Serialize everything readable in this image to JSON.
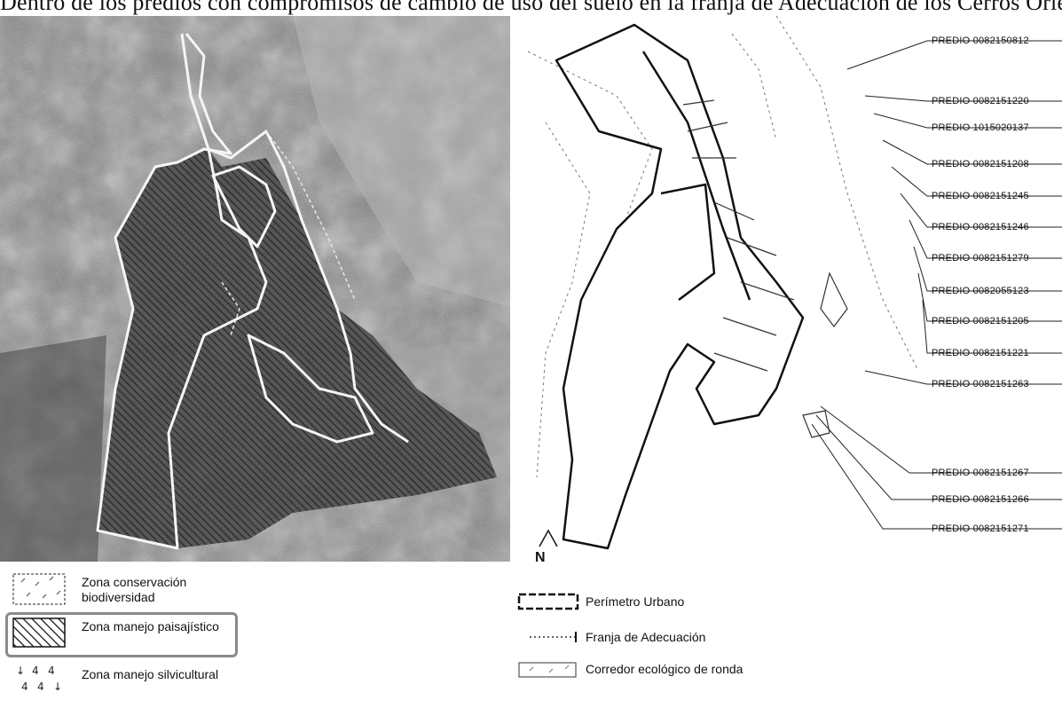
{
  "caption": "Dentro de los predios con compromisos de cambio de uso del suelo en la franja de Adecuación de los Cerros Orientales",
  "map": {
    "north_label": "N",
    "predios": [
      "PREDIO 0082150812",
      "PREDIO 0082151220",
      "PREDIO 1015020137",
      "PREDIO 0082151208",
      "PREDIO 0082151245",
      "PREDIO 0082151246",
      "PREDIO 0082151279",
      "PREDIO 0082055123",
      "PREDIO 0082151205",
      "PREDIO 0082151221",
      "PREDIO 0082151263",
      "PREDIO 0082151267",
      "PREDIO 0082151266",
      "PREDIO 0082151271"
    ]
  },
  "legend_left": [
    {
      "text": "Zona conservación biodiversidad",
      "icon": "dotted-pattern-swatch"
    },
    {
      "text": "Zona manejo paisajístico",
      "icon": "hatched-pattern-swatch"
    },
    {
      "text": "Zona manejo silvicultural",
      "icon": "tree-pattern-swatch"
    }
  ],
  "legend_right": [
    {
      "text": "Perímetro Urbano",
      "icon": "dashed-border-swatch"
    },
    {
      "text": "Franja de Adecuación",
      "icon": "dotted-line-swatch"
    },
    {
      "text": "Corredor ecológico de ronda",
      "icon": "light-dotted-swatch"
    }
  ]
}
